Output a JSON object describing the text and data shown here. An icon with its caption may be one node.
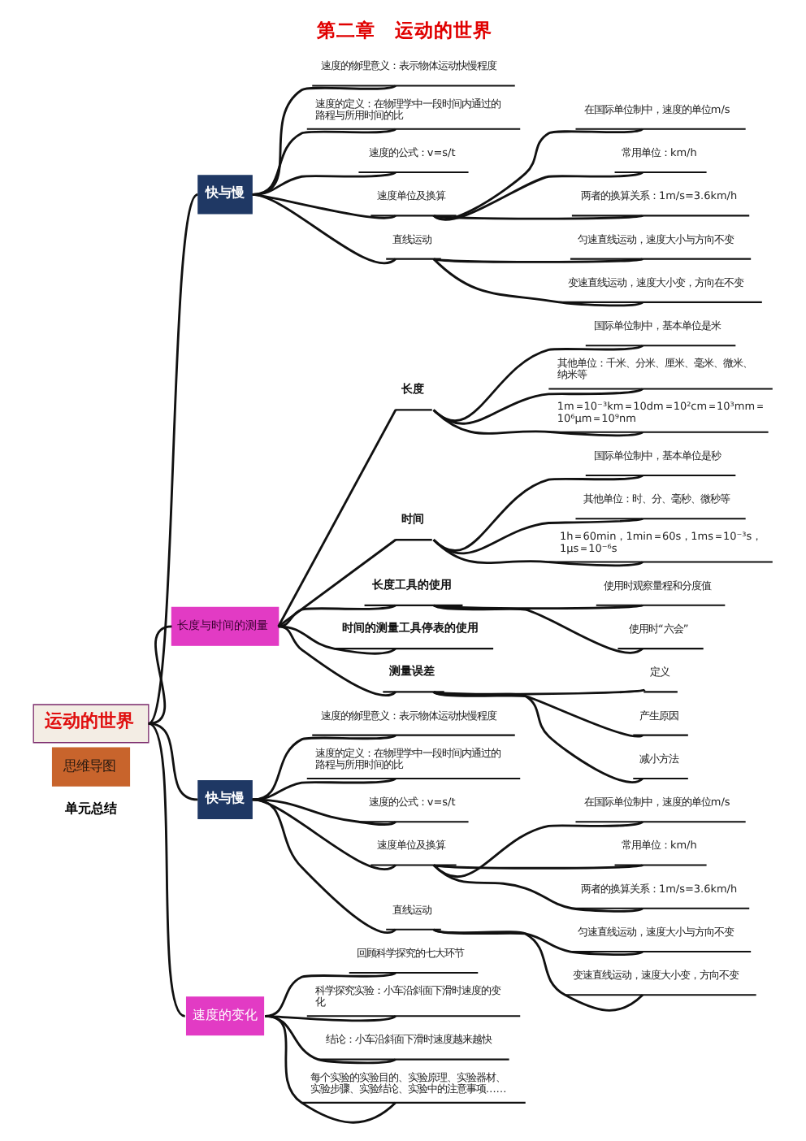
{
  "diagram": {
    "title": "第二章　运动的世界",
    "nodes": [
      {
        "text": [
          "思维导图"
        ]
      },
      {
        "text": [
          "运动的世界"
        ]
      },
      {
        "text": [
          "快与慢"
        ]
      },
      {
        "text": [
          "速度的物理意义：表示物体运动快慢程度"
        ]
      },
      {
        "text": [
          "速度的定义：在物理学中一段时间内通过的路程与所用时间的比"
        ]
      },
      {
        "text": [
          "速度的公式：v=s/t"
        ]
      },
      {
        "text": [
          "速度单位及换算"
        ]
      },
      {
        "text": [
          "在国际单位制中，速度的单位m/s"
        ]
      },
      {
        "text": [
          "常用单位：km/h"
        ]
      },
      {
        "text": [
          "两者的换算关系：1m/s=3.6km/h"
        ]
      },
      {
        "text": [
          "直线运动"
        ]
      },
      {
        "text": [
          "匀速直线运动，速度大小与方向不变"
        ]
      },
      {
        "text": [
          "变速直线运动，速度大小变，方向在不变"
        ]
      },
      {
        "text": [
          "长度与时间的测量"
        ]
      },
      {
        "text": [
          "长度"
        ]
      },
      {
        "text": [
          "国际单位制中，基本单位是米"
        ]
      },
      {
        "text": [
          "其他单位：千米、分米、厘米、毫米、微米、纳米等"
        ]
      },
      {
        "text": [
          "1m＝10⁻³km＝10dm＝10²cm＝10³mm＝10⁶μm＝10⁹nm"
        ]
      },
      {
        "text": [
          "时间"
        ]
      },
      {
        "text": [
          "国际单位制中，基本单位是秒"
        ]
      },
      {
        "text": [
          "其他单位：时、分、毫秒、微秒等"
        ]
      },
      {
        "text": [
          "1h＝60min，1min＝60s，1ms＝10⁻³s，1μs＝10⁻⁶s"
        ]
      },
      {
        "text": [
          "长度工具的使用"
        ]
      },
      {
        "text": [
          "使用时观察量程和分度值"
        ]
      },
      {
        "text": [
          "使用时“六会”"
        ]
      },
      {
        "text": [
          "时间的测量工具停表的使用"
        ]
      },
      {
        "text": [
          "测量误差"
        ]
      },
      {
        "text": [
          "定义"
        ]
      },
      {
        "text": [
          "产生原因"
        ]
      },
      {
        "text": [
          "减小方法"
        ]
      },
      {
        "text": [
          "快与慢"
        ]
      },
      {
        "text": [
          "速度的物理意义：表示物体运动快慢程度"
        ]
      },
      {
        "text": [
          "速度的定义：在物理学中一段时间内通过的路程与所用时间的比"
        ]
      },
      {
        "text": [
          "速度的公式：v=s/t"
        ]
      },
      {
        "text": [
          "速度单位及换算"
        ]
      },
      {
        "text": [
          "在国际单位制中，速度的单位m/s"
        ]
      },
      {
        "text": [
          "常用单位：km/h"
        ]
      },
      {
        "text": [
          "两者的换算关系：1m/s=3.6km/h"
        ]
      },
      {
        "text": [
          "直线运动"
        ]
      },
      {
        "text": [
          "匀速直线运动，速度大小与方向不变"
        ]
      },
      {
        "text": [
          "变速直线运动，速度大小变，方向不变"
        ]
      },
      {
        "text": [
          "速度的变化"
        ]
      },
      {
        "text": [
          "回顾科学探究的七大环节"
        ]
      },
      {
        "text": [
          "科学探究实验：小车沿斜面下滑时速度的变化"
        ]
      },
      {
        "text": [
          "结论：小车沿斜面下滑时速度越来越快"
        ]
      },
      {
        "text": [
          "每个实验的实验目的、实验原理、实验器材、实验步骤、实验结论、实验中的注意事项……"
        ]
      }
    ],
    "edges": [
      {
        "from": 1,
        "to": 2,
        "arrow": "none"
      },
      {
        "from": 1,
        "to": 13,
        "arrow": "none"
      },
      {
        "from": 1,
        "to": 30,
        "arrow": "none"
      },
      {
        "from": 1,
        "to": 41,
        "arrow": "none"
      },
      {
        "from": 2,
        "to": 3,
        "arrow": "none"
      },
      {
        "from": 2,
        "to": 4,
        "arrow": "none"
      },
      {
        "from": 2,
        "to": 5,
        "arrow": "none"
      },
      {
        "from": 2,
        "to": 6,
        "arrow": "none"
      },
      {
        "from": 2,
        "to": 10,
        "arrow": "none"
      },
      {
        "from": 6,
        "to": 7,
        "arrow": "none"
      },
      {
        "from": 6,
        "to": 8,
        "arrow": "none"
      },
      {
        "from": 6,
        "to": 9,
        "arrow": "none"
      },
      {
        "from": 10,
        "to": 11,
        "arrow": "none"
      },
      {
        "from": 10,
        "to": 12,
        "arrow": "none"
      },
      {
        "from": 13,
        "to": 14,
        "arrow": "none"
      },
      {
        "from": 13,
        "to": 18,
        "arrow": "none"
      },
      {
        "from": 13,
        "to": 22,
        "arrow": "none"
      },
      {
        "from": 13,
        "to": 25,
        "arrow": "none"
      },
      {
        "from": 13,
        "to": 26,
        "arrow": "none"
      },
      {
        "from": 14,
        "to": 15,
        "arrow": "none"
      },
      {
        "from": 14,
        "to": 16,
        "arrow": "none"
      },
      {
        "from": 14,
        "to": 17,
        "arrow": "none"
      },
      {
        "from": 18,
        "to": 19,
        "arrow": "none"
      },
      {
        "from": 18,
        "to": 20,
        "arrow": "none"
      },
      {
        "from": 18,
        "to": 21,
        "arrow": "none"
      },
      {
        "from": 22,
        "to": 23,
        "arrow": "none"
      },
      {
        "from": 22,
        "to": 24,
        "arrow": "none"
      },
      {
        "from": 26,
        "to": 27,
        "arrow": "none"
      },
      {
        "from": 26,
        "to": 28,
        "arrow": "none"
      },
      {
        "from": 26,
        "to": 29,
        "arrow": "none"
      },
      {
        "from": 30,
        "to": 31,
        "arrow": "none"
      },
      {
        "from": 30,
        "to": 32,
        "arrow": "none"
      },
      {
        "from": 30,
        "to": 33,
        "arrow": "none"
      },
      {
        "from": 30,
        "to": 34,
        "arrow": "none"
      },
      {
        "from": 30,
        "to": 38,
        "arrow": "none"
      },
      {
        "from": 34,
        "to": 35,
        "arrow": "none"
      },
      {
        "from": 34,
        "to": 36,
        "arrow": "none"
      },
      {
        "from": 34,
        "to": 37,
        "arrow": "none"
      },
      {
        "from": 38,
        "to": 39,
        "arrow": "none"
      },
      {
        "from": 38,
        "to": 40,
        "arrow": "none"
      },
      {
        "from": 41,
        "to": 42,
        "arrow": "none"
      },
      {
        "from": 41,
        "to": 43,
        "arrow": "none"
      },
      {
        "from": 41,
        "to": 44,
        "arrow": "none"
      },
      {
        "from": 41,
        "to": 45,
        "arrow": "none"
      }
    ],
    "labels": [
      "单元总结"
    ]
  }
}
